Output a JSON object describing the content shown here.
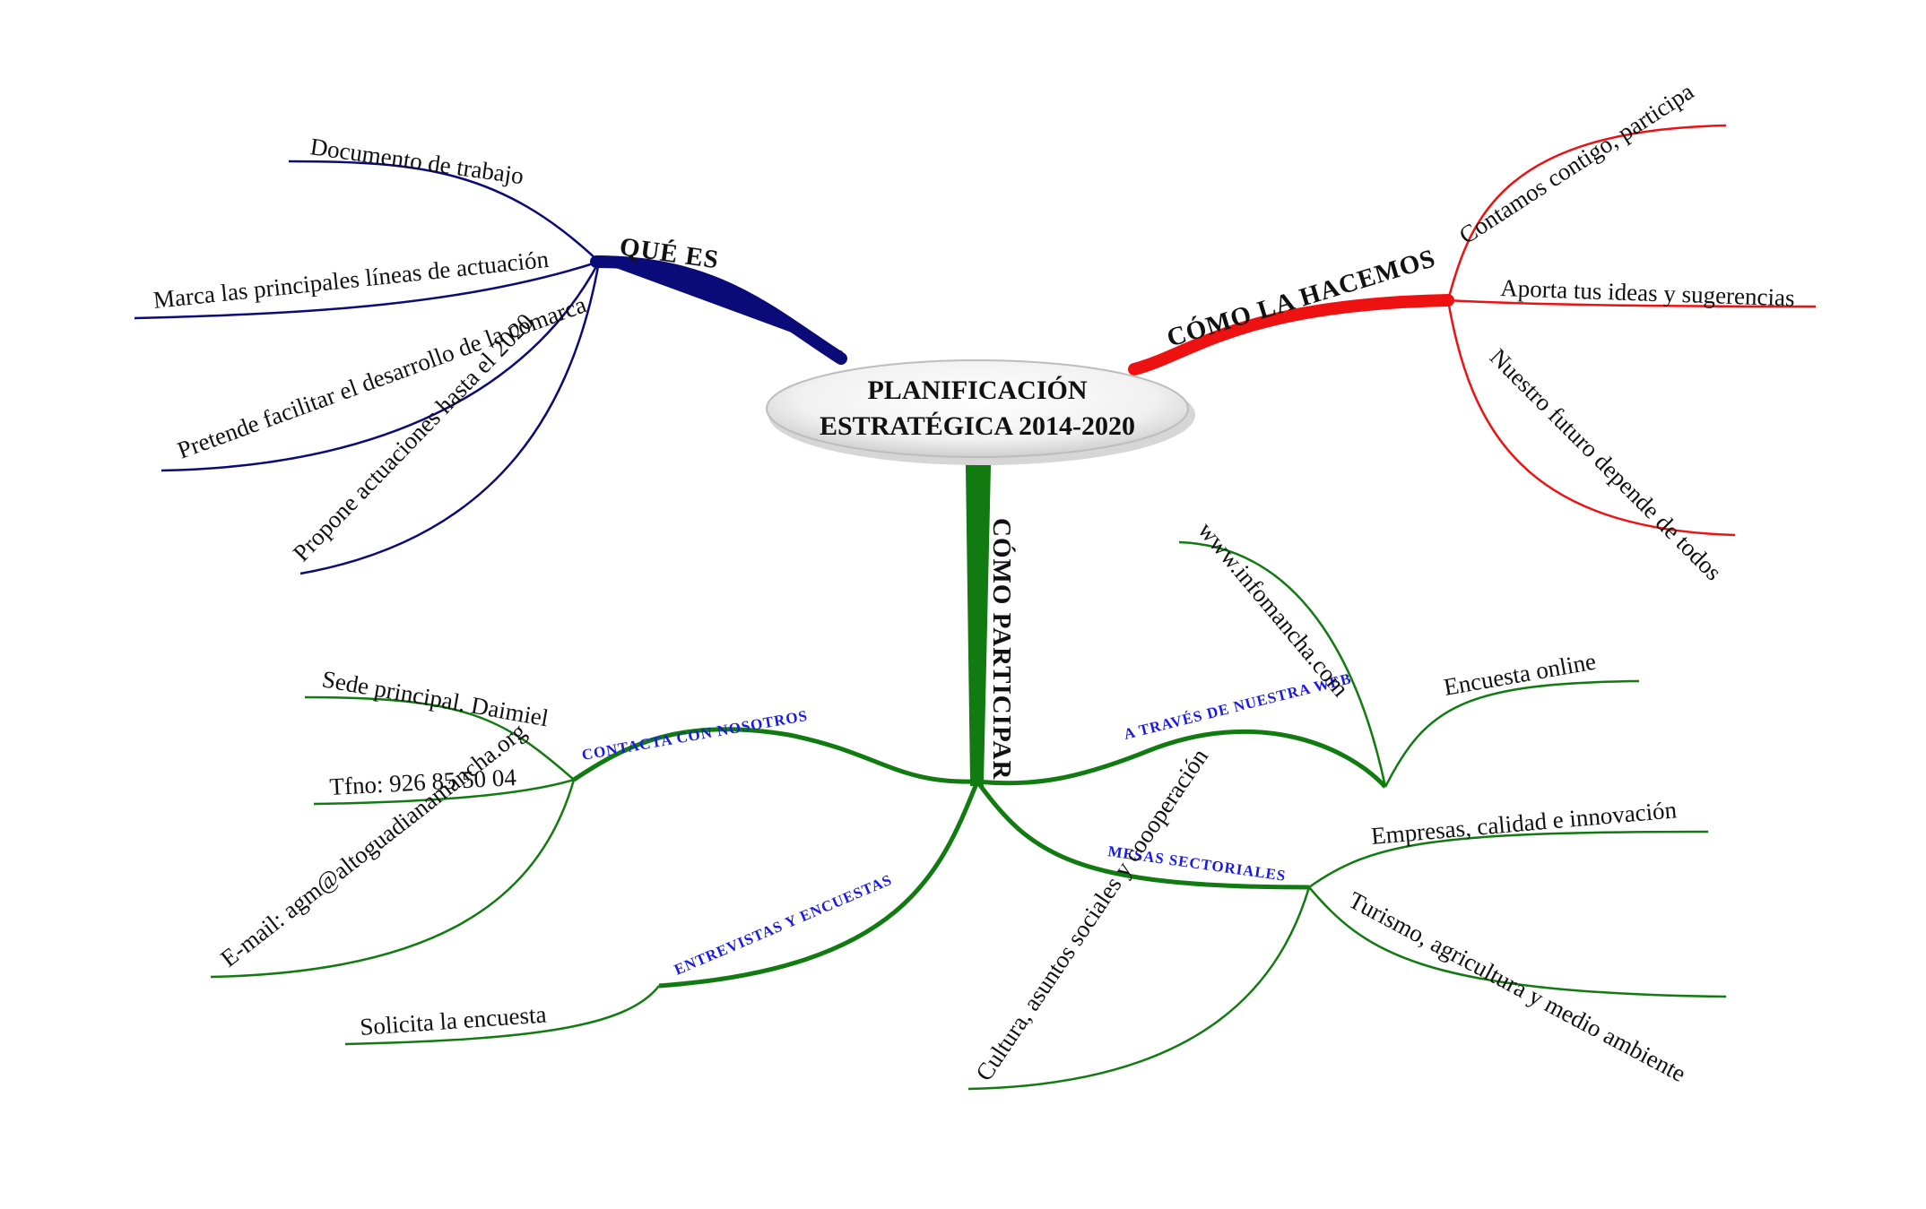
{
  "central_topic": {
    "line1": "PLANIFICACIÓN",
    "line2": "ESTRATÉGICA 2014-2020"
  },
  "colors": {
    "que_es": "#0a0a78",
    "como_la_hacemos": "#ee1111",
    "como_participar": "#117a11",
    "sub_label": "#1a1ae6",
    "text": "#111111"
  },
  "branches": {
    "que_es": {
      "label": "QUÉ ES",
      "items": [
        "Documento de trabajo",
        "Marca las principales líneas de actuación",
        "Pretende facilitar el desarrollo de la comarca",
        "Propone actuaciones hasta el 2020"
      ]
    },
    "como_la_hacemos": {
      "label": "CÓMO LA HACEMOS",
      "items": [
        "Contamos contigo, participa",
        "Aporta tus ideas y sugerencias",
        "Nuestro futuro depende de todos"
      ]
    },
    "como_participar": {
      "label": "CÓMO PARTICIPAR",
      "contacta": {
        "label": "CONTACTA CON NOSOTROS",
        "items": [
          "Sede principal. Daimiel",
          "Tfno: 926 85 50 04",
          "E-mail: agm@altoguadianamancha.org"
        ]
      },
      "entrevistas": {
        "label": "ENTREVISTAS Y ENCUESTAS",
        "items": [
          "Solicita la encuesta"
        ]
      },
      "web": {
        "label": "A TRAVÉS DE NUESTRA WEB",
        "items": [
          "www.infomancha.com",
          "Encuesta online"
        ]
      },
      "mesas": {
        "label": "MESAS SECTORIALES",
        "items": [
          "Empresas, calidad e innovación",
          "Turismo, agricultura y medio ambiente",
          "Cultura, asuntos sociales y coooperación"
        ]
      }
    }
  }
}
